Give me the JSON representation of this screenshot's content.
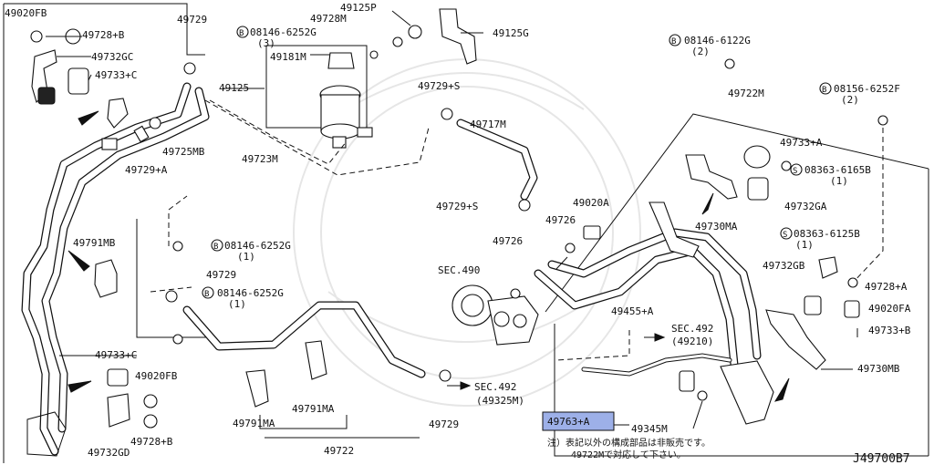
{
  "diagram_code": "J49700B7",
  "note": {
    "line1": "注）表記以外の構成部品は非販売です。",
    "line2": "49722Mで対応して下さい。"
  },
  "highlight_color": "#9db0e8",
  "labels": {
    "l49020FB_a": "49020FB",
    "l49728B": "49728+B",
    "l49732GC": "49732GC",
    "l49733C_a": "49733+C",
    "l49725MB": "49725MB",
    "l49729A": "49729+A",
    "l49723M": "49723M",
    "l49791MB": "49791MB",
    "l49733C_b": "49733+C",
    "l49020FB_b": "49020FB",
    "l49728B_b": "49728+B",
    "l49732GD": "49732GD",
    "l49729_a": "49729",
    "l49728M": "49728M",
    "l49125P": "49125P",
    "l49125G": "49125G",
    "b08146_6252G_a": "08146-6252G",
    "b08146_6252G_a_q": "(3)",
    "l49181M": "49181M",
    "l49125": "49125",
    "l49729S_a": "49729+S",
    "l49717M": "49717M",
    "b08146_6252G_b": "08146-6252G",
    "b08146_6252G_b_q": "(1)",
    "l49729_b": "49729",
    "b08146_6252G_c": "08146-6252G",
    "b08146_6252G_c_q": "(1)",
    "l49791MA_a": "49791MA",
    "l49791MA_b": "49791MA",
    "l49722": "49722",
    "l49729_c": "49729",
    "sec492_a": "SEC.492",
    "sec492_a_sub": "(49325M)",
    "l49729S_b": "49729+S",
    "l49020A": "49020A",
    "l49726_a": "49726",
    "l49726_b": "49726",
    "sec490": "SEC.490",
    "l49455A": "49455+A",
    "sec492_b": "SEC.492",
    "sec492_b_sub": "(49210)",
    "l49763A": "49763+A",
    "l49345M": "49345M",
    "b08146_6122G": "08146-6122G",
    "b08146_6122G_q": "(2)",
    "l49722M": "49722M",
    "b08156_6252F": "08156-6252F",
    "b08156_6252F_q": "(2)",
    "l49733A": "49733+A",
    "s08363_6165B": "08363-6165B",
    "s08363_6165B_q": "(1)",
    "l49730MA": "49730MA",
    "l49732GA": "49732GA",
    "s08363_6125B": "08363-6125B",
    "s08363_6125B_q": "(1)",
    "l49732GB": "49732GB",
    "l49728A": "49728+A",
    "l49020FA": "49020FA",
    "l49733B": "49733+B",
    "l49730MB": "49730MB"
  },
  "prefix_icons": {
    "bolt_b": "B",
    "screw_s": "S"
  }
}
